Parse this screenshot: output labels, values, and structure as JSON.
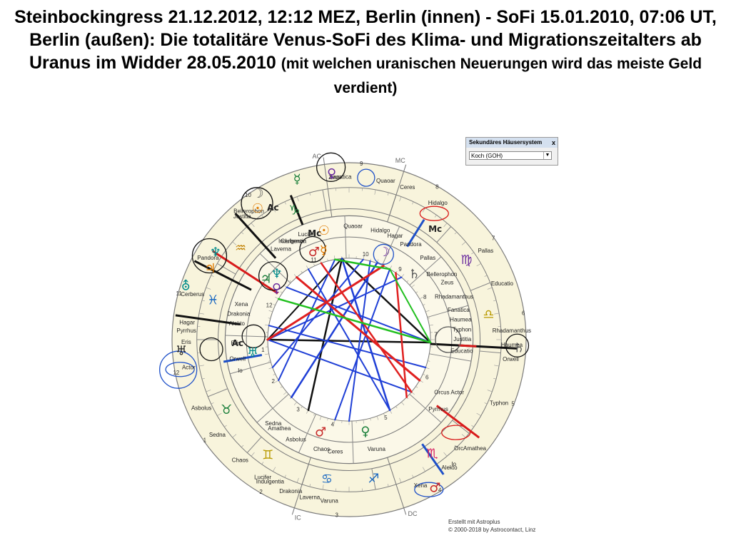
{
  "title": {
    "main": "Steinbockingress 21.12.2012, 12:12 MEZ, Berlin (innen) - SoFi 15.01.2010, 07:06 UT, Berlin (außen): Die totalitäre Venus-SoFi des Klima- und Migrationszeitalters ab Uranus im Widder 28.05.2010",
    "note": "(mit welchen uranischen Neuerungen wird das meiste Geld verdient)"
  },
  "house_system_panel": {
    "title": "Sekundäres Häusersystem",
    "close": "x",
    "selected": "Koch (GOH)",
    "arrow": "▼"
  },
  "credit": {
    "line1": "Erstellt mit Astroplus",
    "line2": "© 2000-2018 by Astrocontact, Linz"
  },
  "angles": {
    "ac": "AC",
    "mc": "MC",
    "ic": "IC",
    "dc": "DC"
  },
  "outer_labels": [
    {
      "text": "Fanatica",
      "deg": 93
    },
    {
      "text": "Zeus",
      "deg": 95
    },
    {
      "text": "Justitia",
      "deg": 131
    },
    {
      "text": "Bellerophon",
      "deg": 128
    },
    {
      "text": "Quaoar",
      "deg": 77
    },
    {
      "text": "Ceres",
      "deg": 69
    },
    {
      "text": "Hidalgo",
      "deg": 57
    },
    {
      "text": "Pallas",
      "deg": 33
    },
    {
      "text": "Educatio",
      "deg": 20
    },
    {
      "text": "Rhadamanthus",
      "deg": 3
    },
    {
      "text": "Haumea",
      "deg": -2
    },
    {
      "text": "Orwell",
      "deg": -7
    },
    {
      "text": "Typhon",
      "deg": -23
    },
    {
      "text": "OrcAmathea",
      "deg": -42
    },
    {
      "text": "Alekto",
      "deg": -52
    },
    {
      "text": "Io",
      "deg": -50
    },
    {
      "text": "Xena",
      "deg": -64
    },
    {
      "text": "Varuna",
      "deg": -97
    },
    {
      "text": "Laverna",
      "deg": -104
    },
    {
      "text": "Drakonia",
      "deg": -111
    },
    {
      "text": "Indulgentia",
      "deg": -119
    },
    {
      "text": "Lucifer",
      "deg": -122
    },
    {
      "text": "Chaos",
      "deg": -132
    },
    {
      "text": "Sedna",
      "deg": -144
    },
    {
      "text": "Asbolus",
      "deg": -155
    },
    {
      "text": "Actor",
      "deg": -170
    },
    {
      "text": "Eris",
      "deg": -179
    },
    {
      "text": "Pyrrhus",
      "deg": 177
    },
    {
      "text": "Hagar",
      "deg": 174
    },
    {
      "text": "Cerberus",
      "deg": 164
    },
    {
      "text": "Pandora",
      "deg": 150
    }
  ],
  "inner_labels": [
    {
      "text": "Lucifer",
      "deg": 112
    },
    {
      "text": "Indulgentia",
      "deg": 120
    },
    {
      "text": "Laverna",
      "deg": 127
    },
    {
      "text": "Cerberus",
      "deg": 120
    },
    {
      "text": "Quaoar",
      "deg": 88
    },
    {
      "text": "Hidalgo",
      "deg": 74
    },
    {
      "text": "Hagar",
      "deg": 66
    },
    {
      "text": "Pandora",
      "deg": 57
    },
    {
      "text": "Pallas",
      "deg": 46
    },
    {
      "text": "Bellerophon",
      "deg": 35
    },
    {
      "text": "Zeus",
      "deg": 30
    },
    {
      "text": "Rhadamanthus",
      "deg": 22
    },
    {
      "text": "Fanatica",
      "deg": 15
    },
    {
      "text": "Haumea",
      "deg": 10
    },
    {
      "text": "Typhon",
      "deg": 5
    },
    {
      "text": "Justitia",
      "deg": 0
    },
    {
      "text": "Educatio",
      "deg": -6
    },
    {
      "text": "Orcus Actor",
      "deg": -28
    },
    {
      "text": "Pyrrhus",
      "deg": -38
    },
    {
      "text": "Varuna",
      "deg": -76
    },
    {
      "text": "Chaos",
      "deg": -104
    },
    {
      "text": "Asbolus",
      "deg": -118
    },
    {
      "text": "Ceres",
      "deg": -97
    },
    {
      "text": "Amathea",
      "deg": -128
    },
    {
      "text": "Sedna",
      "deg": -132
    },
    {
      "text": "Eris",
      "deg": -178
    },
    {
      "text": "Orwell",
      "deg": -170
    },
    {
      "text": "Io",
      "deg": -164
    },
    {
      "text": "Alekto",
      "deg": 172
    },
    {
      "text": "Drakonia",
      "deg": 167
    },
    {
      "text": "Xena",
      "deg": 162
    }
  ],
  "house_numbers": {
    "inner": [
      "10",
      "9",
      "8",
      "7",
      "6",
      "5",
      "4",
      "3",
      "2",
      "1",
      "12",
      "11"
    ],
    "outer": [
      "9",
      "8",
      "7",
      "6",
      "5",
      "4",
      "3",
      "2",
      "1",
      "12",
      "11",
      "10"
    ]
  },
  "glyphs": [
    {
      "text": "♀",
      "deg": 96,
      "r": 0.94,
      "color": "#6a2b9e"
    },
    {
      "text": "☿",
      "deg": 108,
      "r": 0.95,
      "color": "#1a7f3a"
    },
    {
      "text": "☽",
      "deg": 122,
      "r": 0.97,
      "color": "#555555"
    },
    {
      "text": "☉",
      "deg": 125,
      "r": 0.9,
      "color": "#e07a00"
    },
    {
      "text": "Ac",
      "deg": 120,
      "r": 0.86,
      "color": "#222222"
    },
    {
      "text": "♑",
      "deg": 113,
      "r": 0.79,
      "color": "#1a7f3a"
    },
    {
      "text": "♆",
      "deg": 147,
      "r": 0.9,
      "color": "#008b8b"
    },
    {
      "text": "♃",
      "deg": 153,
      "r": 0.88,
      "color": "#e07a00"
    },
    {
      "text": "♒",
      "deg": 140,
      "r": 0.8,
      "color": "#c08000"
    },
    {
      "text": "♓",
      "deg": 164,
      "r": 0.8,
      "color": "#1565c0"
    },
    {
      "text": "⛢",
      "deg": 162,
      "r": 0.97,
      "color": "#008b8b"
    },
    {
      "text": "♅",
      "deg": -176,
      "r": 0.95,
      "color": "#222222"
    },
    {
      "text": "Mc",
      "deg": 52,
      "r": 0.79,
      "color": "#222222"
    },
    {
      "text": "♍",
      "deg": 34,
      "r": 0.8,
      "color": "#6a2b9e"
    },
    {
      "text": "♎",
      "deg": 10,
      "r": 0.8,
      "color": "#b89a00"
    },
    {
      "text": "♄",
      "deg": -3,
      "r": 0.96,
      "color": "#555555"
    },
    {
      "text": "♏",
      "deg": -54,
      "r": 0.8,
      "color": "#d81b60"
    },
    {
      "text": "♂",
      "deg": -60,
      "r": 0.97,
      "color": "#c62828"
    },
    {
      "text": "♐",
      "deg": -80,
      "r": 0.8,
      "color": "#1565c0"
    },
    {
      "text": "♉",
      "deg": -150,
      "r": 0.8,
      "color": "#1a7f3a"
    },
    {
      "text": "♊",
      "deg": -125,
      "r": 0.8,
      "color": "#b89a00"
    },
    {
      "text": "♋",
      "deg": -99,
      "r": 0.8,
      "color": "#1565c0"
    },
    {
      "text": "Mc",
      "deg": 108,
      "r": 0.63,
      "color": "#222222"
    },
    {
      "text": "☉",
      "deg": 103,
      "r": 0.63,
      "color": "#e07a00"
    },
    {
      "text": "☿",
      "deg": 106,
      "r": 0.52,
      "color": "#e07a00"
    },
    {
      "text": "♂",
      "deg": 112,
      "r": 0.53,
      "color": "#c62828"
    },
    {
      "text": "♆",
      "deg": 138,
      "r": 0.55,
      "color": "#008b8b"
    },
    {
      "text": "♀",
      "deg": 145,
      "r": 0.5,
      "color": "#6a2b9e"
    },
    {
      "text": "♃",
      "deg": 144,
      "r": 0.58,
      "color": "#1a7f3a"
    },
    {
      "text": "♄",
      "deg": 45,
      "r": 0.52,
      "color": "#555555"
    },
    {
      "text": "☽",
      "deg": 68,
      "r": 0.53,
      "color": "#6a2b9e"
    },
    {
      "text": "♅",
      "deg": -172,
      "r": 0.55,
      "color": "#008b8b"
    },
    {
      "text": "Ac",
      "deg": 182,
      "r": 0.63,
      "color": "#222222"
    },
    {
      "text": "♀",
      "deg": -80,
      "r": 0.53,
      "color": "#1a7f3a"
    },
    {
      "text": "♂",
      "deg": -107,
      "r": 0.55,
      "color": "#c62828"
    }
  ],
  "colors": {
    "ring_outer": "#f8f4dc",
    "ring_inner": "#fbf8e8",
    "ring_line": "#7a7a7a",
    "aspect_blue": "#1f3fd6",
    "aspect_red": "#e02020",
    "aspect_green": "#22c020",
    "aspect_black": "#111111",
    "highlight_black": "#111111",
    "highlight_red": "#d81b1b",
    "highlight_blue": "#1e50c8"
  }
}
